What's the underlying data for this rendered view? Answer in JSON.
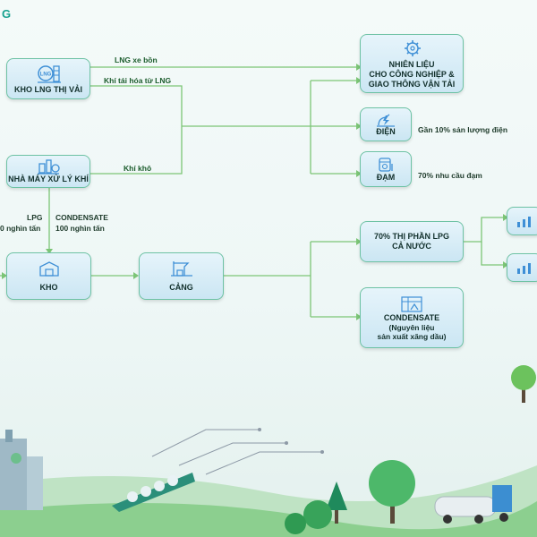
{
  "header": {
    "label": "G"
  },
  "nodes": {
    "kho_lng": "KHO LNG THỊ VẢI",
    "nha_may": "NHÀ MÁY XỬ LÝ KHÍ",
    "kho": "KHO",
    "cang": "CẢNG",
    "nhien_lieu": [
      "NHIÊN LIỆU",
      "CHO CÔNG NGHIỆP &",
      "GIAO THÔNG VẬN TẢI"
    ],
    "dien": "ĐIỆN",
    "dam": "ĐẠM",
    "lpg_share": [
      "70% THỊ PHẦN LPG",
      "CẢ NƯỚC"
    ],
    "condensate": [
      "CONDENSATE",
      "(Nguyên liệu",
      "sản xuất xăng dầu)"
    ]
  },
  "flows": {
    "lng_truck": "LNG xe bồn",
    "regas": "Khí tái hóa từ LNG",
    "dry_gas": "Khí khô",
    "lpg": "LPG",
    "lpg_amount": "0 nghìn tấn",
    "condensate": "CONDENSATE",
    "condensate_amount": "100 nghìn tấn",
    "power_share": "Gần 10% sản lượng điện",
    "fertilizer_share": "70% nhu cầu đạm"
  },
  "icons": {
    "lng_badge": "LNG",
    "lng_tank": "lng-tank-icon",
    "plant": "gas-plant-icon",
    "warehouse": "warehouse-icon",
    "port": "port-crane-icon",
    "gear": "gear-icon",
    "power": "power-icon",
    "fertilizer": "fertilizer-icon",
    "bar_chart": "bar-chart-icon",
    "refinery": "refinery-icon"
  },
  "colors": {
    "line": "#7cc576",
    "node_border": "#6dc2a4",
    "node_fill_top": "#e6f4fb",
    "node_fill_bottom": "#cbe6f3",
    "accent": "#17a18f"
  }
}
